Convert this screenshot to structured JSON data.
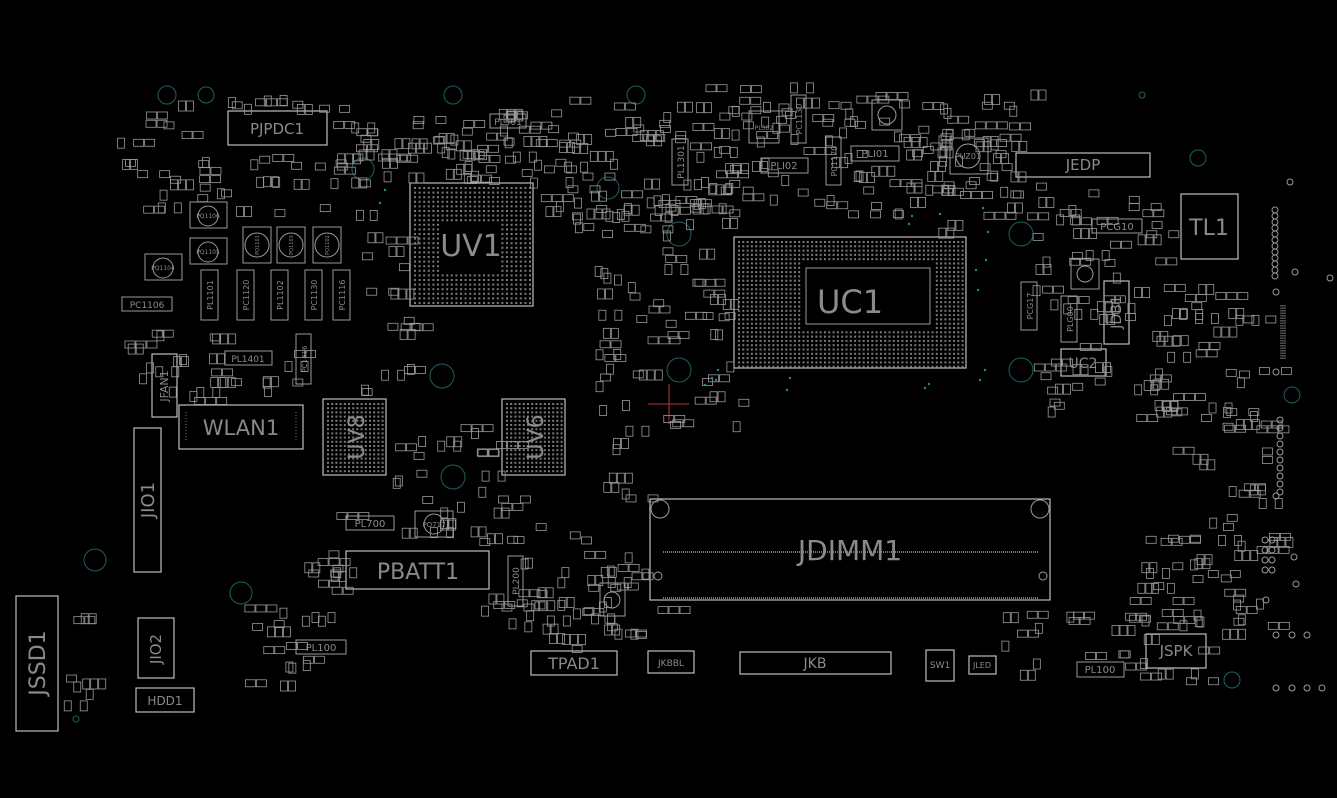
{
  "board": {
    "components_large": [
      {
        "key": "uv1",
        "label": "UV1"
      },
      {
        "key": "uc1",
        "label": "UC1"
      },
      {
        "key": "uv8",
        "label": "UV8"
      },
      {
        "key": "uv6",
        "label": "UV6"
      },
      {
        "key": "jdimm1",
        "label": "JDIMM1"
      },
      {
        "key": "pbatt1",
        "label": "PBATT1"
      },
      {
        "key": "wlan1",
        "label": "WLAN1"
      },
      {
        "key": "pjpdc1",
        "label": "PJPDC1"
      },
      {
        "key": "jedp",
        "label": "JEDP"
      },
      {
        "key": "tl1",
        "label": "TL1"
      },
      {
        "key": "jio1",
        "label": "JIO1"
      },
      {
        "key": "jio2",
        "label": "JIO2"
      },
      {
        "key": "jssd1",
        "label": "JSSD1"
      },
      {
        "key": "hdd1",
        "label": "HDD1"
      },
      {
        "key": "tpad1",
        "label": "TPAD1"
      },
      {
        "key": "jkb",
        "label": "JKB"
      },
      {
        "key": "jkbbl",
        "label": "JKBBL"
      },
      {
        "key": "sw1",
        "label": "SW1"
      },
      {
        "key": "jled",
        "label": "JLED"
      },
      {
        "key": "jspk",
        "label": "JSPK"
      },
      {
        "key": "uc2",
        "label": "UC2"
      },
      {
        "key": "jdb1",
        "label": "JDB1"
      },
      {
        "key": "jfan1",
        "label": "JFAN1"
      }
    ],
    "components_small": [
      "PL501",
      "PL302",
      "PLI01",
      "PL1301",
      "PLI02",
      "PC1106",
      "PQ1106",
      "PQ1105",
      "PQ1104",
      "PL1101",
      "PC1120",
      "PL1102",
      "PC1130",
      "PC1116",
      "PL1401",
      "PC1416",
      "PL700",
      "PQ717",
      "PL200",
      "PL100",
      "PCG10",
      "PLG00",
      "PCG17",
      "PUZ01",
      "PC1170",
      "PC1130"
    ],
    "mini_labels": [
      "PQ1101",
      "PQ1103",
      "PQ1102",
      "PL1401",
      "PC1170",
      "PL110"
    ]
  }
}
